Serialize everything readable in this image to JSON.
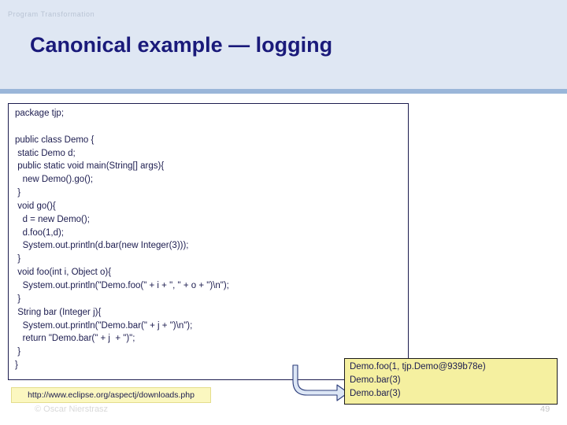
{
  "header": {
    "kicker": "Program Transformation",
    "title": "Canonical example — logging",
    "band_color": "#9ab6d9",
    "background_color": "#dfe7f3",
    "title_color": "#1a1a7a"
  },
  "code_panel": {
    "language": "java",
    "lines": [
      "package tjp;",
      "",
      "public class Demo {",
      " static Demo d;",
      " public static void main(String[] args){",
      "   new Demo().go();",
      " }",
      " void go(){",
      "   d = new Demo();",
      "   d.foo(1,d);",
      "   System.out.println(d.bar(new Integer(3)));",
      " }",
      " void foo(int i, Object o){",
      "   System.out.println(\"Demo.foo(\" + i + \", \" + o + \")\\n\");",
      " }",
      " String bar (Integer j){",
      "   System.out.println(\"Demo.bar(\" + j + \")\\n\");",
      "   return \"Demo.bar(\" + j  + \")\";",
      " }",
      "}"
    ]
  },
  "console_panel": {
    "background_color": "#f5f0a0",
    "lines": [
      "Demo.foo(1, tjp.Demo@939b78e)",
      "Demo.bar(3)",
      "Demo.bar(3)"
    ]
  },
  "source_link": {
    "url": "http://www.eclipse.org/aspectj/downloads.php"
  },
  "footer": {
    "copyright": "© Oscar Nierstrasz",
    "page_number": "49"
  }
}
